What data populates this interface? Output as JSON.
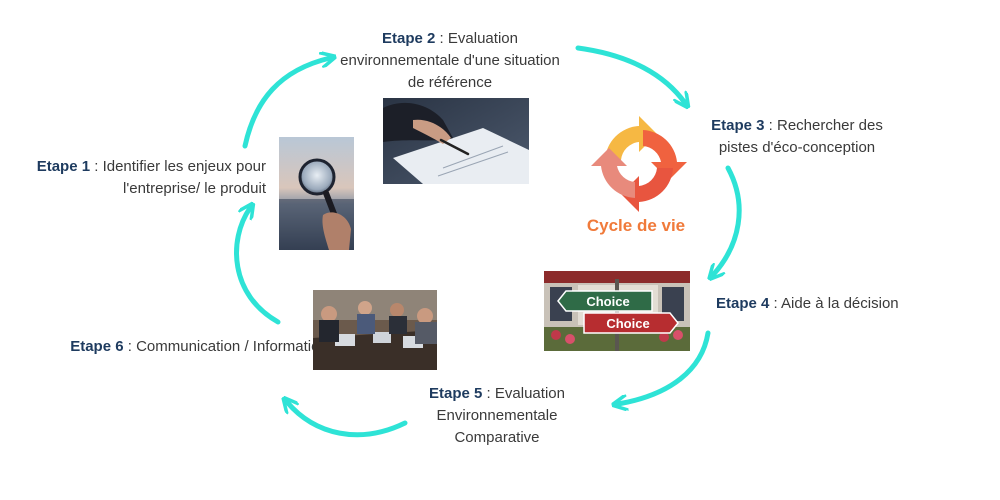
{
  "steps": [
    {
      "id": "step1",
      "label": "Etape 1",
      "text": "Identifier les enjeux pour l'entreprise/ le produit"
    },
    {
      "id": "step2",
      "label": "Etape 2",
      "text": "Evaluation environnementale d'une situation de référence"
    },
    {
      "id": "step3",
      "label": "Etape 3",
      "text": "Rechercher des pistes d'éco-conception"
    },
    {
      "id": "step4",
      "label": "Etape 4",
      "text": "Aide à la décision"
    },
    {
      "id": "step5",
      "label": "Etape 5",
      "text": "Evaluation Environnementale Comparative"
    },
    {
      "id": "step6",
      "label": "Etape 6",
      "text": "Communication / Information"
    }
  ],
  "cycle": {
    "label": "Cycle de vie",
    "label_color": "#f07a3a",
    "arrow_colors": [
      "#f6b843",
      "#f0623f",
      "#e05a4c",
      "#e88a7c"
    ]
  },
  "signs": {
    "top": "Choice",
    "bottom": "Choice"
  },
  "colors": {
    "arrow": "#2ee3d6",
    "step_label": "#1e3b5f",
    "body_text": "#3a3a3a"
  }
}
